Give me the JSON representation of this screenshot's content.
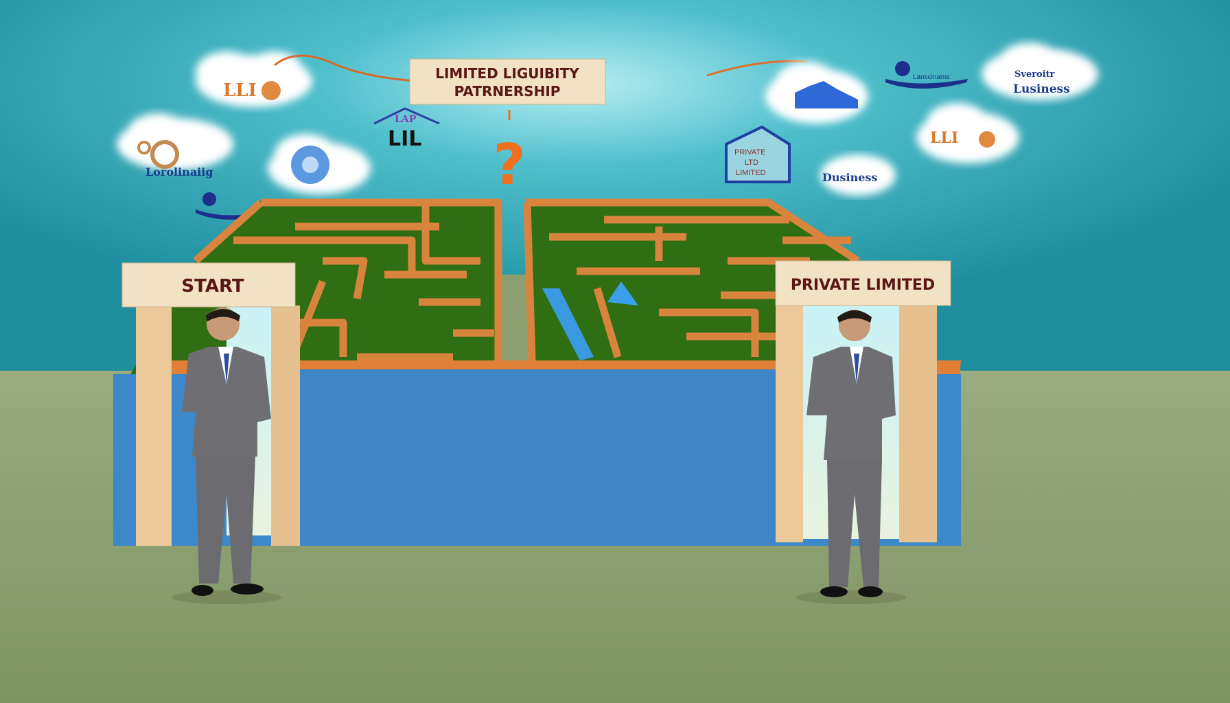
{
  "title_sign": {
    "line1": "LIMITED LIGUIBITY",
    "line2": "PATRNERSHIP"
  },
  "question_mark": "?",
  "start_sign": "START",
  "end_sign": "PRIVATE LIMITED",
  "clouds": {
    "left_top": "LLI",
    "left_gears": "Lorolinaiig",
    "llp_house": "LIL",
    "llp_house_small": "LAP",
    "right_business_top_small": "Sveroitr",
    "right_business_top": "Lusiness",
    "right_llp": "LLI",
    "right_business_bottom": "Dusiness",
    "house_label": [
      "PRIVATE",
      "LTD",
      "LIMITED"
    ],
    "boat_label": "Lanscinams"
  },
  "colors": {
    "sky": "#2a9aa8",
    "sky_glow": "#8fe0ea",
    "ground": "#8d9e70",
    "maze_green": "#2f6e12",
    "maze_wall": "#d8843e",
    "maze_base": "#3c88c8",
    "sign": "#f1e2c4",
    "accent": "#f07020"
  }
}
